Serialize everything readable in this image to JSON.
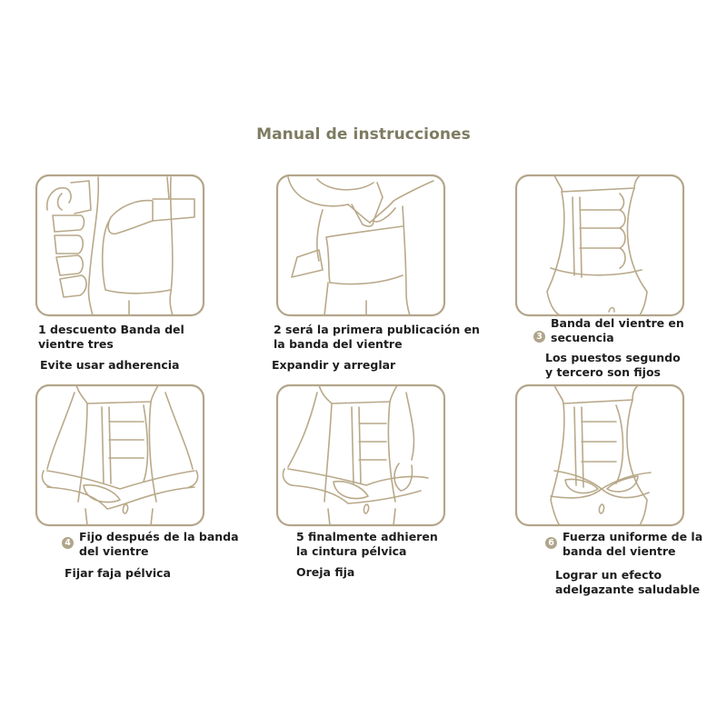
{
  "title": "Manual de instrucciones",
  "colors": {
    "title": "#7d7c62",
    "line_art": "#b9a98a",
    "badge": "#b0a58a",
    "text": "#1e1e1e",
    "background": "#ffffff"
  },
  "steps": [
    {
      "number": "1",
      "has_badge": false,
      "caption_lines": [
        "1 descuento Banda del",
        "vientre tres"
      ],
      "sub_lines": [
        "Evite usar adherencia"
      ],
      "illustration": "hand-peeling-three-band-tabs-off-waist"
    },
    {
      "number": "2",
      "has_badge": false,
      "caption_lines": [
        "2 será la primera publicación en",
        "la banda del vientre"
      ],
      "sub_lines": [
        "Expandir y arreglar"
      ],
      "illustration": "hands-wrapping-belly-band-around-waist"
    },
    {
      "number": "3",
      "has_badge": true,
      "caption_lines": [
        "Banda del vientre en",
        "secuencia"
      ],
      "sub_lines": [
        "Los puestos segundo",
        "y tercero son fijos"
      ],
      "illustration": "torso-with-three-tier-belly-band"
    },
    {
      "number": "4",
      "has_badge": true,
      "caption_lines": [
        "Fijo después de la banda",
        "del vientre"
      ],
      "sub_lines": [
        "Fijar faja pélvica"
      ],
      "illustration": "hands-pulling-pelvic-belt-open"
    },
    {
      "number": "5",
      "has_badge": false,
      "caption_lines": [
        "5 finalmente adhieren",
        "la cintura pélvica"
      ],
      "sub_lines": [
        "Oreja fija"
      ],
      "illustration": "hand-attaching-pelvic-belt-ear"
    },
    {
      "number": "6",
      "has_badge": true,
      "caption_lines": [
        "Fuerza uniforme de la",
        "banda del vientre"
      ],
      "sub_lines": [
        "Lograr un efecto",
        "adelgazante saludable"
      ],
      "illustration": "torso-with-band-and-pelvic-belt-fastened"
    }
  ]
}
